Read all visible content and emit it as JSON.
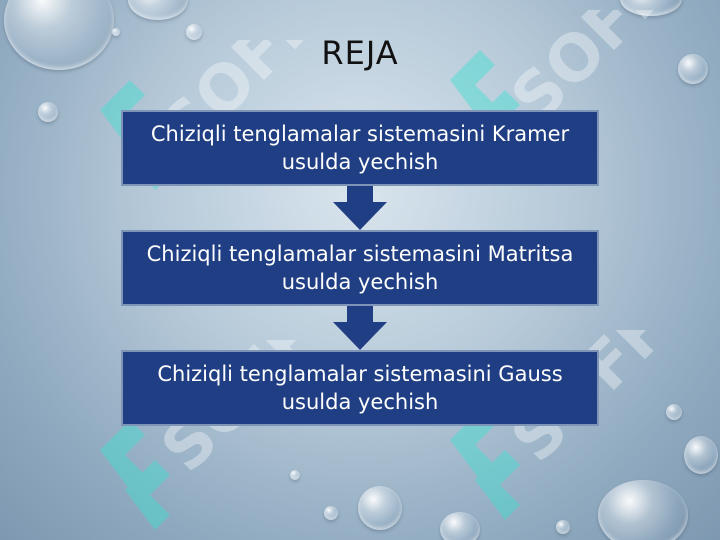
{
  "slide": {
    "title": "REJA",
    "steps": [
      {
        "text": "Chiziqli tenglamalar sistemasini Kramer usulda yechish"
      },
      {
        "text": "Chiziqli tenglamalar sistemasini Matritsa usulda yechish"
      },
      {
        "text": "Chiziqli tenglamalar sistemasini Gauss usulda yechish"
      }
    ],
    "watermark_text": "SOFF"
  },
  "colors": {
    "box_fill": "#1f3e84",
    "box_border": "#7f95b8",
    "arrow_fill": "#1f3e84",
    "watermark": "#3fe0d0"
  }
}
